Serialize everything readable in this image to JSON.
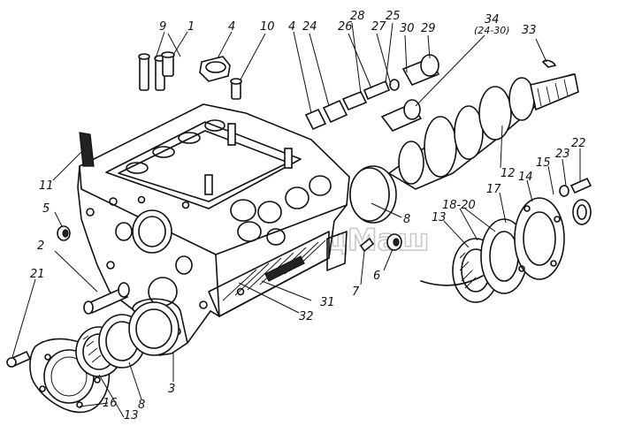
{
  "watermark": {
    "text": "СпецМаш"
  },
  "callouts": [
    {
      "id": "c9",
      "text": "9"
    },
    {
      "id": "c1",
      "text": "1"
    },
    {
      "id": "c4a",
      "text": "4"
    },
    {
      "id": "c10",
      "text": "10"
    },
    {
      "id": "c4b",
      "text": "4"
    },
    {
      "id": "c24",
      "text": "24"
    },
    {
      "id": "c28",
      "text": "28"
    },
    {
      "id": "c26",
      "text": "26"
    },
    {
      "id": "c25",
      "text": "25"
    },
    {
      "id": "c27",
      "text": "27"
    },
    {
      "id": "c30",
      "text": "30"
    },
    {
      "id": "c29",
      "text": "29"
    },
    {
      "id": "c34",
      "text": "34"
    },
    {
      "id": "c34sub",
      "text": "(24-30)"
    },
    {
      "id": "c33",
      "text": "33"
    },
    {
      "id": "c11",
      "text": "11"
    },
    {
      "id": "c12",
      "text": "12"
    },
    {
      "id": "c22",
      "text": "22"
    },
    {
      "id": "c23",
      "text": "23"
    },
    {
      "id": "c15",
      "text": "15"
    },
    {
      "id": "c14",
      "text": "14"
    },
    {
      "id": "c17",
      "text": "17"
    },
    {
      "id": "c5",
      "text": "5"
    },
    {
      "id": "c8a",
      "text": "8"
    },
    {
      "id": "c18",
      "text": "18-20"
    },
    {
      "id": "c13a",
      "text": "13"
    },
    {
      "id": "c2",
      "text": "2"
    },
    {
      "id": "c7",
      "text": "7"
    },
    {
      "id": "c6",
      "text": "6"
    },
    {
      "id": "c21",
      "text": "21"
    },
    {
      "id": "c31",
      "text": "31"
    },
    {
      "id": "c32",
      "text": "32"
    },
    {
      "id": "c3",
      "text": "3"
    },
    {
      "id": "c8b",
      "text": "8"
    },
    {
      "id": "c13b",
      "text": "13"
    },
    {
      "id": "c16",
      "text": "16"
    }
  ]
}
